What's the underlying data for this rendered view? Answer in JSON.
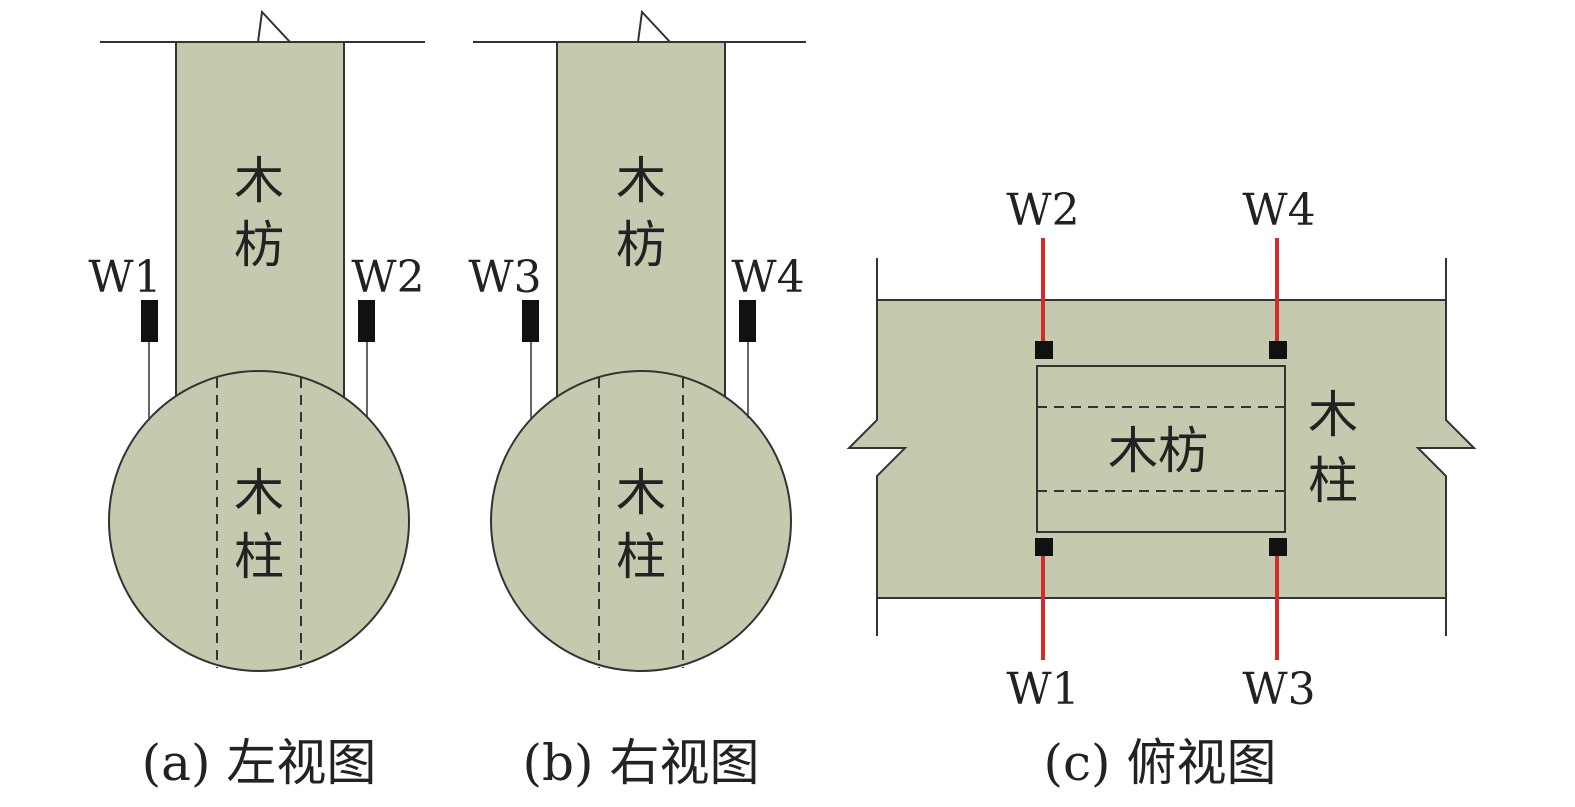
{
  "colors": {
    "wood": "#c5c9ae",
    "outline": "#333333",
    "sensor": "#111111",
    "sensor_lead_top_view": "#d42a2a",
    "background": "#ffffff"
  },
  "panel_a": {
    "beam_label": "木\n枋",
    "beam_label_line1": "木",
    "beam_label_line2": "枋",
    "column_label_line1": "木",
    "column_label_line2": "柱",
    "sensor_left": "W1",
    "sensor_right": "W2",
    "caption": "(a) 左视图"
  },
  "panel_b": {
    "beam_label_line1": "木",
    "beam_label_line2": "枋",
    "column_label_line1": "木",
    "column_label_line2": "柱",
    "sensor_left": "W3",
    "sensor_right": "W4",
    "caption": "(b) 右视图"
  },
  "panel_c": {
    "beam_label": "木枋",
    "column_label_line1": "木",
    "column_label_line2": "柱",
    "sensor_top_left": "W2",
    "sensor_top_right": "W4",
    "sensor_bottom_left": "W1",
    "sensor_bottom_right": "W3",
    "caption": "(c) 俯视图"
  }
}
